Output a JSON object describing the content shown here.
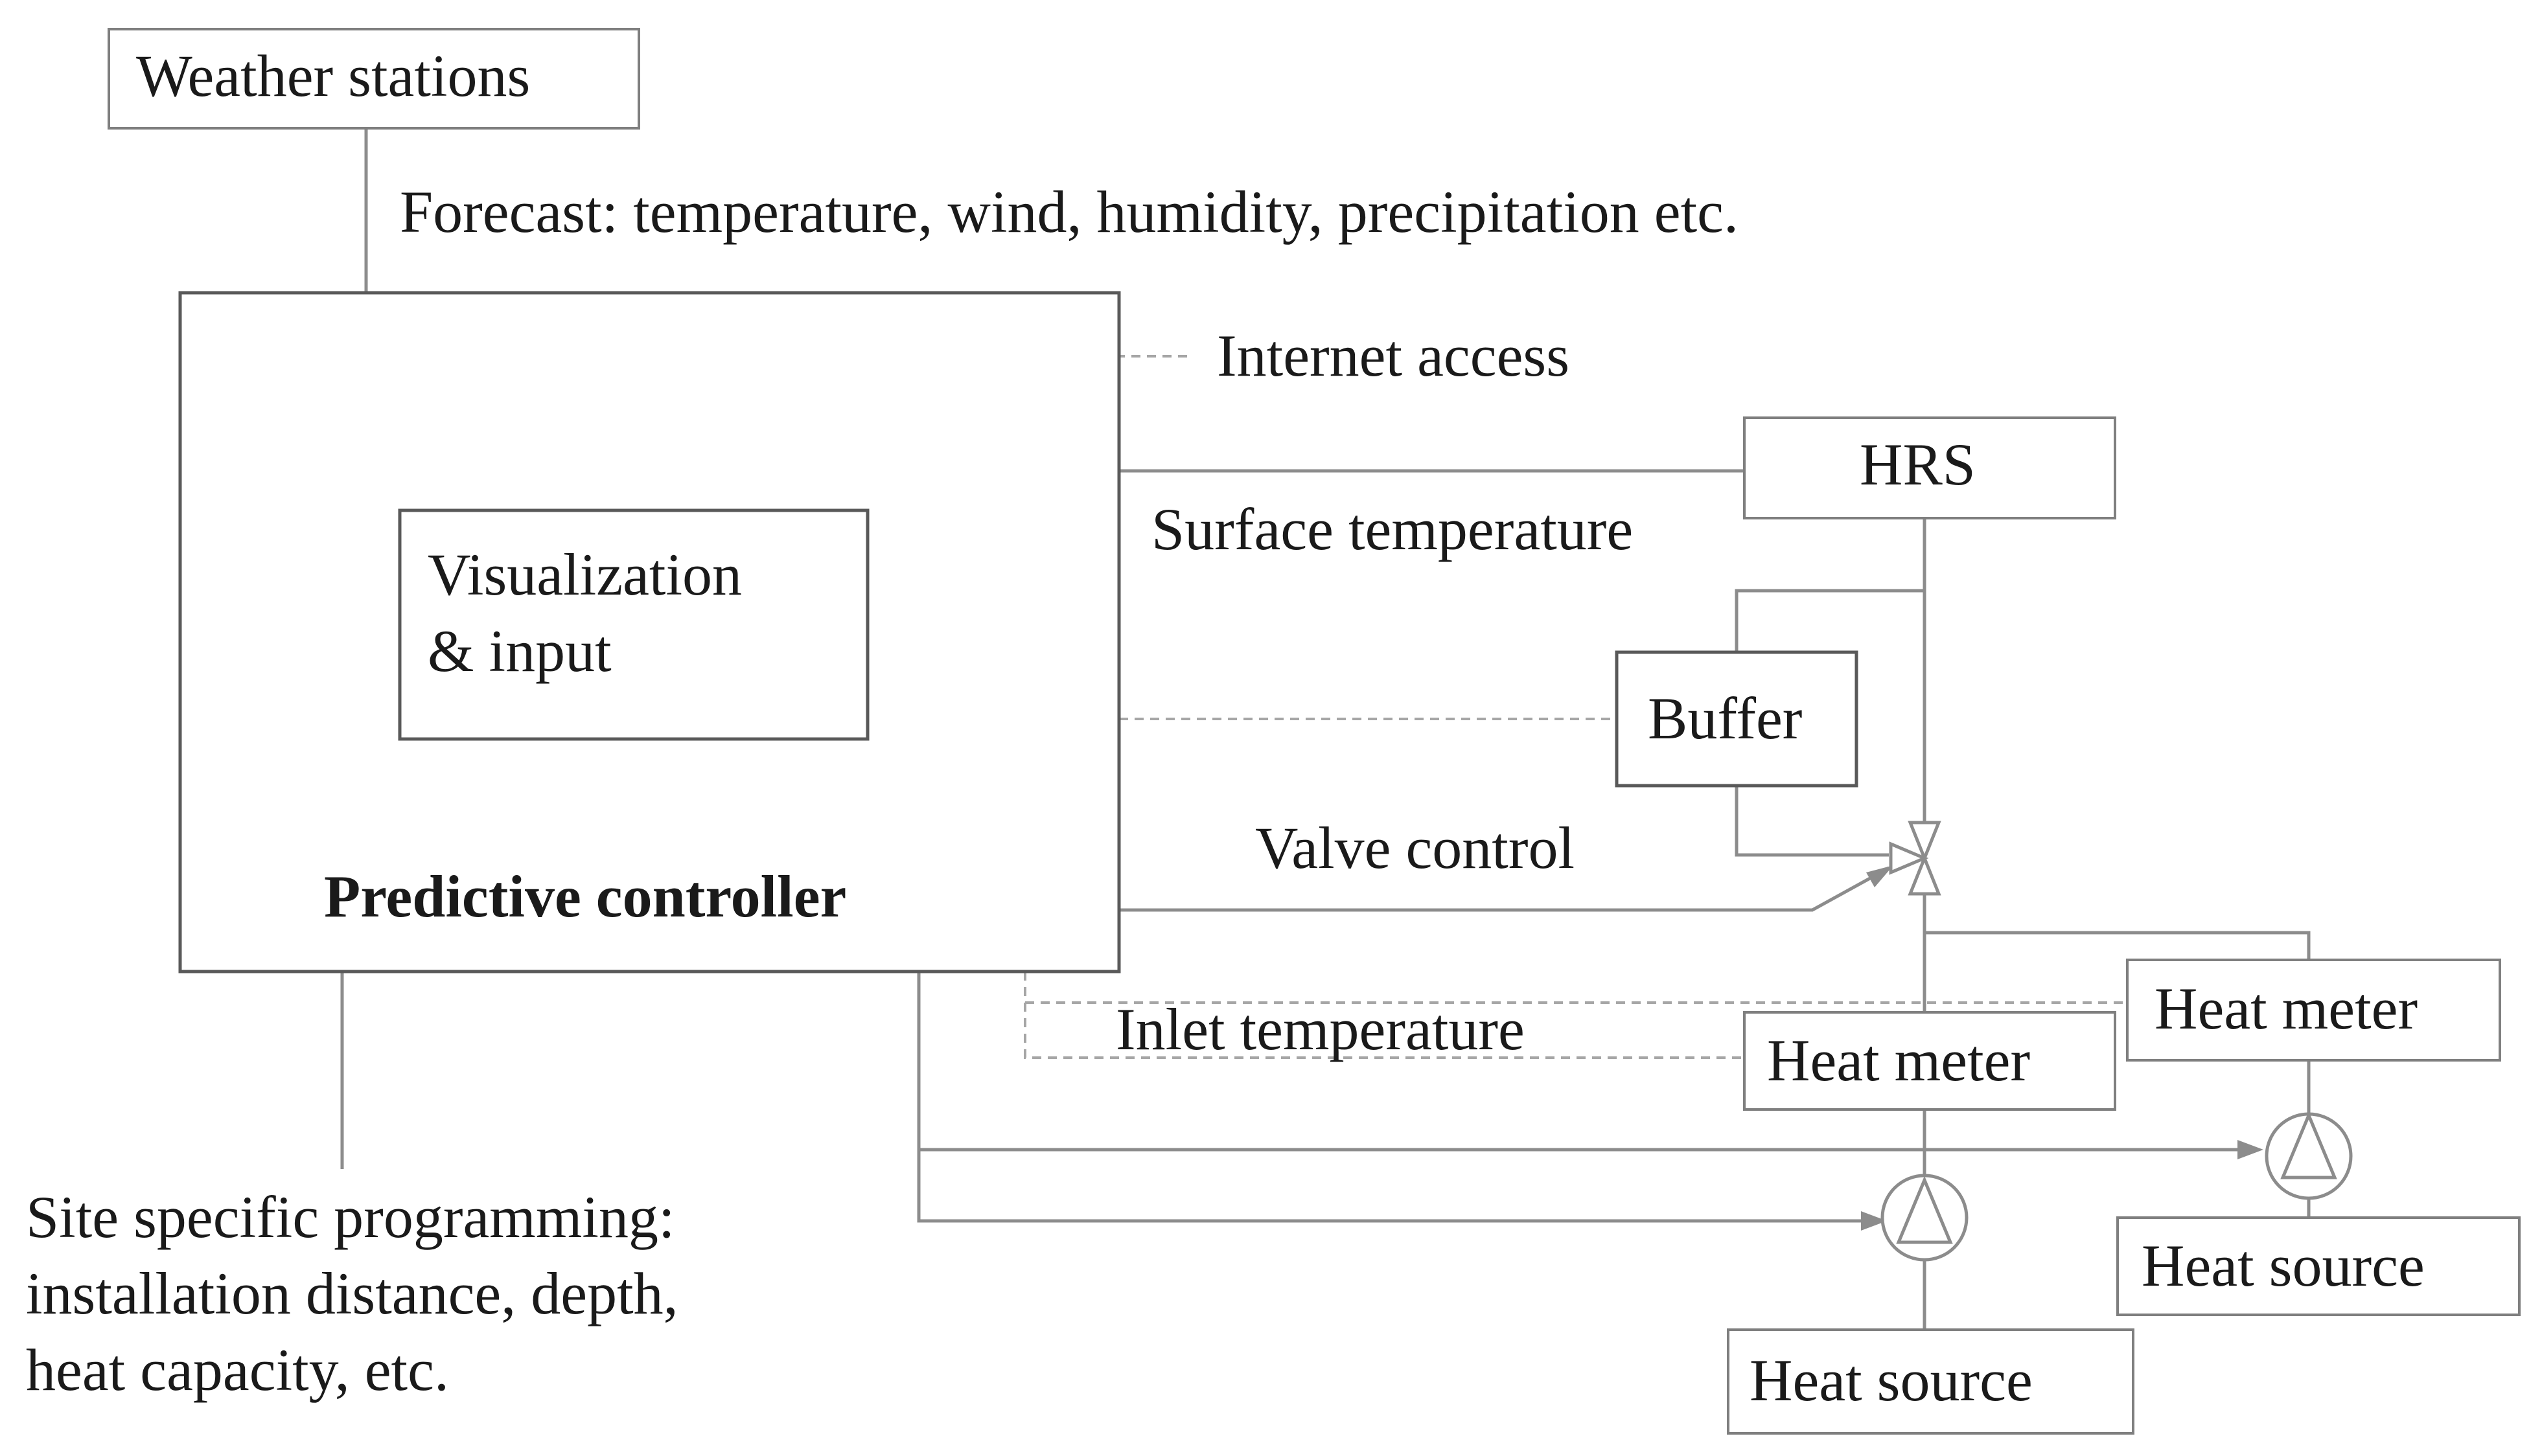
{
  "boxes": {
    "weather_stations": "Weather stations",
    "predictive_controller": "Predictive controller",
    "visualization_line1": "Visualization",
    "visualization_line2": "& input",
    "hrs": "HRS",
    "buffer": "Buffer",
    "heat_meter_left": "Heat meter",
    "heat_meter_right": "Heat meter",
    "heat_source_left": "Heat source",
    "heat_source_right": "Heat source"
  },
  "labels": {
    "forecast": "Forecast: temperature, wind, humidity, precipitation etc.",
    "internet_access": "Internet access",
    "surface_temperature": "Surface temperature",
    "valve_control": "Valve control",
    "inlet_temperature": "Inlet temperature",
    "site_line1": "Site specific programming:",
    "site_line2": "installation distance, depth,",
    "site_line3": "heat capacity, etc."
  }
}
